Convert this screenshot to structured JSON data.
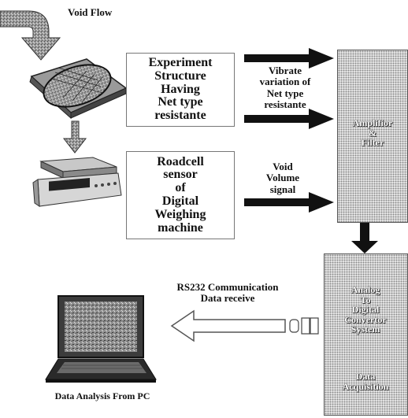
{
  "labels": {
    "void_flow": "Void Flow",
    "experiment_box": [
      "Experiment",
      "Structure",
      "Having",
      "Net type",
      "resistante"
    ],
    "vibrate_label": [
      "Vibrate",
      "variation of",
      "Net type",
      "resistante"
    ],
    "loadcell_box": [
      "Roadcell",
      "sensor",
      "of",
      "Digital",
      "Weighing",
      "machine"
    ],
    "void_volume_label": [
      "Void",
      "Volume",
      "signal"
    ],
    "amplifier_box": [
      "Amplifior",
      "&",
      "Filter"
    ],
    "adc_box": [
      "Analog",
      "To",
      "Digital",
      "Convertor",
      "System"
    ],
    "data_acq": [
      "Data",
      "Acquisition"
    ],
    "rs232_label": [
      "RS232 Communication",
      "Data receive"
    ],
    "pc_caption": "Data Analysis From PC"
  },
  "icons": {
    "flow_arrow": "curved-arrow-icon",
    "sieve": "sieve-net-icon",
    "scale": "weighing-scale-icon",
    "laptop": "laptop-icon",
    "connector": "rs232-connector-icon"
  }
}
